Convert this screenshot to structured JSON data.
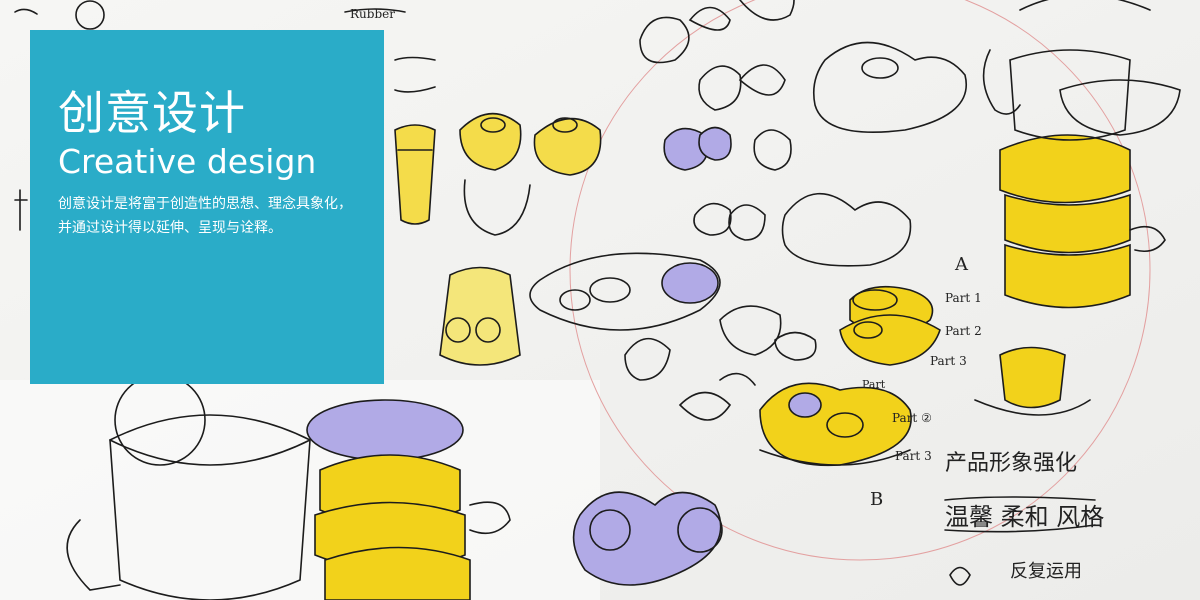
{
  "panel": {
    "title_cn": "创意设计",
    "title_en": "Creative design",
    "description": "创意设计是将富于创造性的思想、理念具象化，并通过设计得以延伸、呈现与诠释。"
  },
  "sketch_notes": {
    "rubber": "Rubber",
    "part1": "Part 1",
    "part2": "Part 2",
    "part3": "Part 3",
    "part_c": "Part",
    "part_b2": "Part ②",
    "part_b3": "Part 3",
    "label_a": "A",
    "label_b": "B",
    "concept_line1": "产品形象强化",
    "concept_line2": "温馨 柔和 风格",
    "concept_line3": "反复运用"
  },
  "colors": {
    "panel": "#2aacc8",
    "yellow": "#f2d21b",
    "purple": "#a9a2e3",
    "ink": "#1c1c1c",
    "circle": "#e08a8a"
  }
}
